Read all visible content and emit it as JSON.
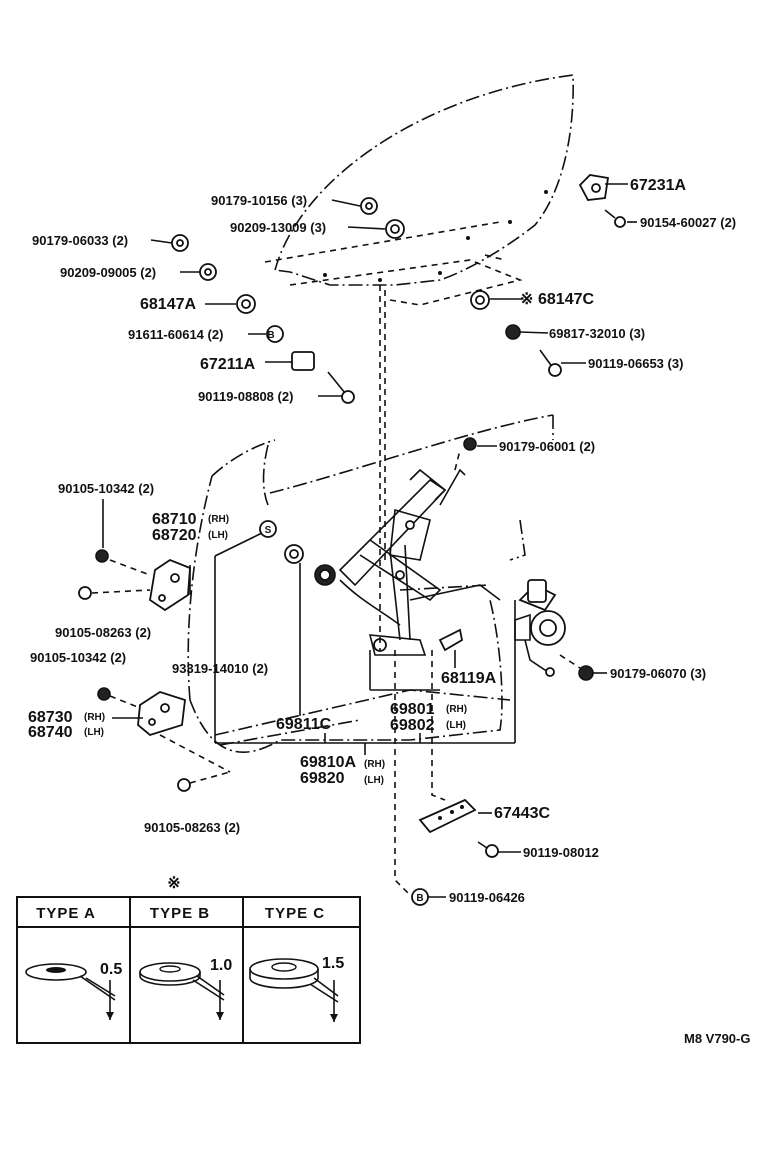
{
  "parts": {
    "p67231A": "67231A",
    "p90154_60027": "90154-60027 (2)",
    "p90179_10156": "90179-10156 (3)",
    "p90209_13009": "90209-13009 (3)",
    "p90179_06033": "90179-06033 (2)",
    "p90209_09005": "90209-09005 (2)",
    "p68147A": "68147A",
    "p68147C": "68147C",
    "p91611_60614": "91611-60614 (2)",
    "p69817_32010": "69817-32010 (3)",
    "p67211A": "67211A",
    "p90119_06653": "90119-06653 (3)",
    "p90119_08808": "90119-08808 (2)",
    "p90179_06001": "90179-06001 (2)",
    "p90105_10342_a": "90105-10342 (2)",
    "p68710": "68710",
    "p68720": "68720",
    "p90105_08263_a": "90105-08263 (2)",
    "p90105_10342_b": "90105-10342 (2)",
    "p93319_14010": "93319-14010 (2)",
    "p68119A": "68119A",
    "p90179_06070": "90179-06070 (3)",
    "p68730": "68730",
    "p68740": "68740",
    "p69811C": "69811C",
    "p69801": "69801",
    "p69802": "69802",
    "p69810A": "69810A",
    "p69820": "69820",
    "p90105_08263_b": "90105-08263 (2)",
    "p67443C": "67443C",
    "p90119_08012": "90119-08012",
    "p90119_06426": "90119-06426"
  },
  "side_marks": {
    "rh": "(RH)",
    "lh": "(LH)"
  },
  "symbols": {
    "asterisk": "※",
    "ref_s": "S",
    "ref_b": "B"
  },
  "type_table": {
    "marker": "※",
    "columns": [
      {
        "header": "TYPE  A",
        "thickness": "0.5"
      },
      {
        "header": "TYPE  B",
        "thickness": "1.0"
      },
      {
        "header": "TYPE  C",
        "thickness": "1.5"
      }
    ]
  },
  "drawing_code": "M8 V790-G"
}
